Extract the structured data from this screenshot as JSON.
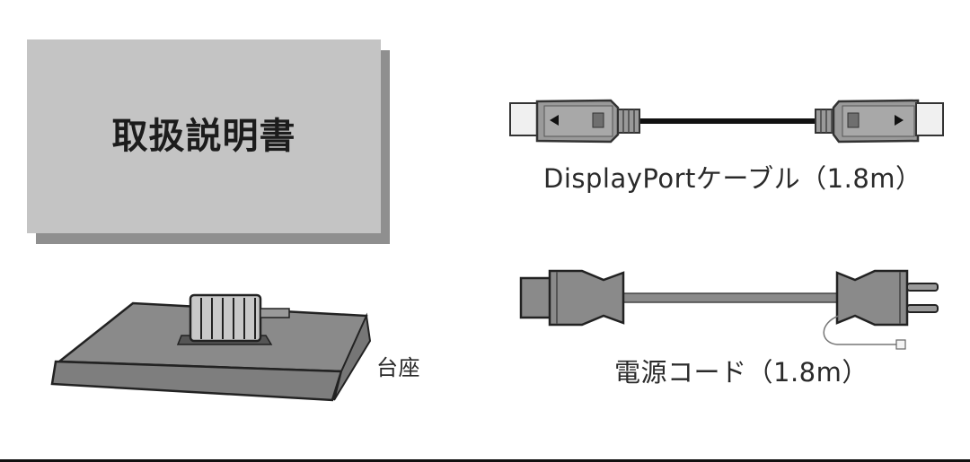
{
  "items": {
    "manual": {
      "label": "取扱説明書"
    },
    "displayport_cable": {
      "label": "DisplayPortケーブル（1.8m）"
    },
    "power_cord": {
      "label": "電源コード（1.8m）"
    },
    "stand": {
      "label": "台座"
    }
  },
  "colors": {
    "card": "#c4c4c4",
    "card_shadow": "#8f8f8f",
    "part_gray": "#8a8a8a",
    "outline": "#222222",
    "background": "#ffffff"
  },
  "icons": {
    "dp_left_arrow": "◀",
    "dp_right_arrow": "▶"
  }
}
